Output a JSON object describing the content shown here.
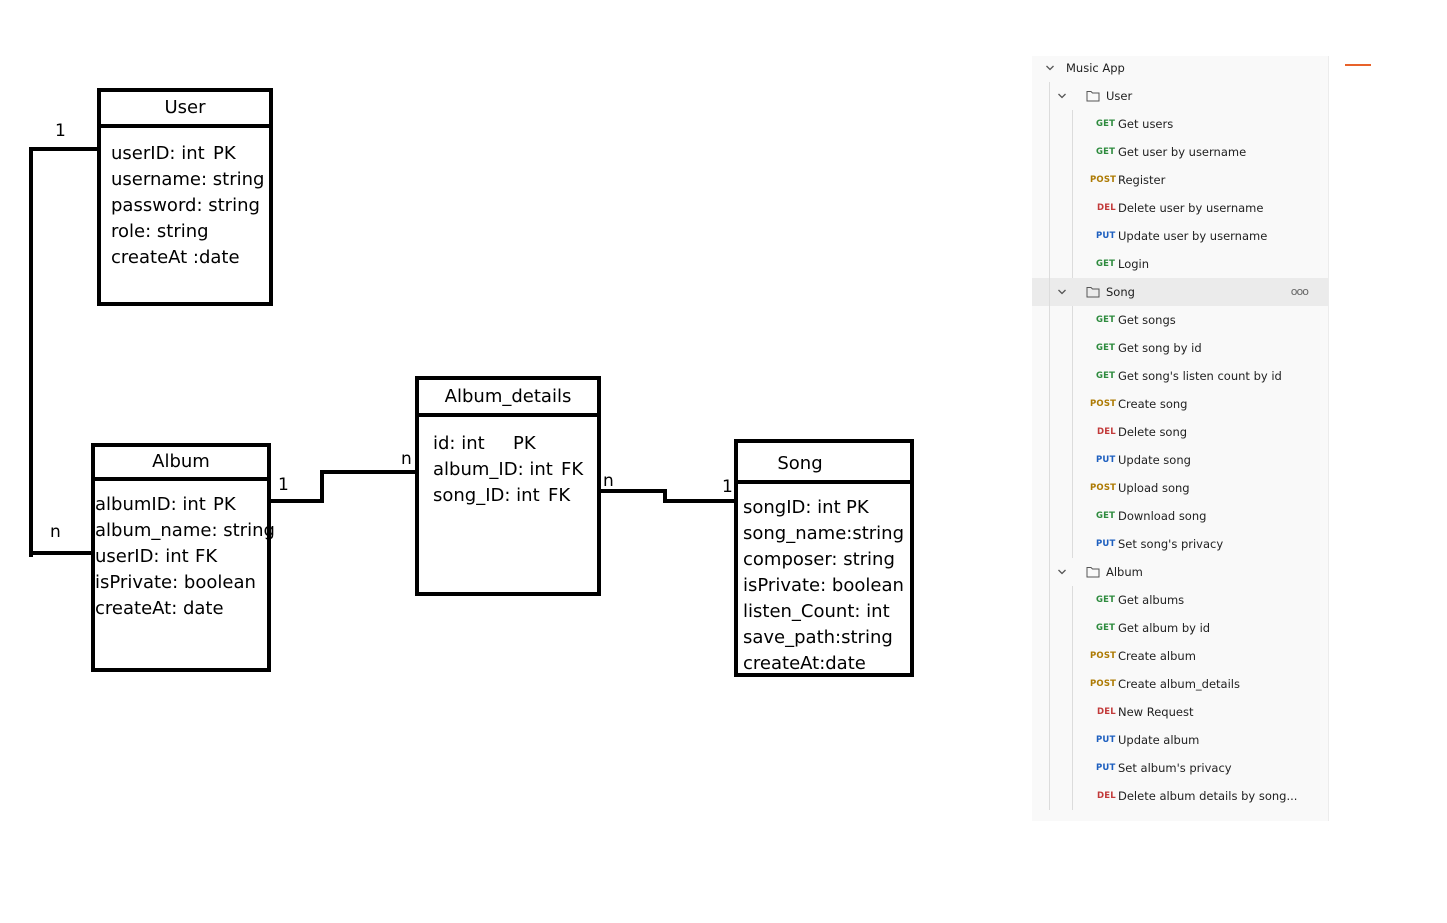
{
  "diagram": {
    "user": {
      "title": "User",
      "attrs": [
        {
          "text": "userID: int",
          "key": "PK"
        },
        {
          "text": "username: string",
          "key": ""
        },
        {
          "text": "password: string",
          "key": ""
        },
        {
          "text": "role: string",
          "key": ""
        },
        {
          "text": "createAt :date",
          "key": ""
        }
      ]
    },
    "album": {
      "title": "Album",
      "attrs": [
        {
          "text": "albumID: int",
          "key": "PK"
        },
        {
          "text": "album_name: string",
          "key": ""
        },
        {
          "text": "userID: int",
          "key": "FK"
        },
        {
          "text": "isPrivate: boolean",
          "key": ""
        },
        {
          "text": "createAt: date",
          "key": ""
        }
      ]
    },
    "album_details": {
      "title": "Album_details",
      "attrs": [
        {
          "text": "id: int",
          "key": "PK"
        },
        {
          "text": "album_ID: int",
          "key": "FK"
        },
        {
          "text": "song_ID: int",
          "key": "FK"
        }
      ]
    },
    "song": {
      "title": "Song",
      "attrs": [
        {
          "text": "songID: int",
          "key": "PK"
        },
        {
          "text": "song_name:string",
          "key": ""
        },
        {
          "text": "composer: string",
          "key": ""
        },
        {
          "text": "isPrivate: boolean",
          "key": ""
        },
        {
          "text": "listen_Count: int",
          "key": ""
        },
        {
          "text": "save_path:string",
          "key": ""
        },
        {
          "text": "createAt:date",
          "key": ""
        }
      ]
    },
    "cardinality": {
      "user_one": "1",
      "album_many": "n",
      "album_one": "1",
      "details_many_left": "n",
      "details_many_right": "n",
      "song_one": "1"
    }
  },
  "sidebar": {
    "collection": "Music App",
    "folders": [
      {
        "name": "User",
        "requests": [
          {
            "method": "GET",
            "name": "Get users"
          },
          {
            "method": "GET",
            "name": "Get user by username"
          },
          {
            "method": "POST",
            "name": "Register"
          },
          {
            "method": "DEL",
            "name": "Delete user by username"
          },
          {
            "method": "PUT",
            "name": "Update user by username"
          },
          {
            "method": "GET",
            "name": "Login"
          }
        ]
      },
      {
        "name": "Song",
        "requests": [
          {
            "method": "GET",
            "name": "Get songs"
          },
          {
            "method": "GET",
            "name": "Get song by id"
          },
          {
            "method": "GET",
            "name": "Get song's listen count by id"
          },
          {
            "method": "POST",
            "name": "Create song"
          },
          {
            "method": "DEL",
            "name": "Delete song"
          },
          {
            "method": "PUT",
            "name": "Update song"
          },
          {
            "method": "POST",
            "name": "Upload song"
          },
          {
            "method": "GET",
            "name": "Download song"
          },
          {
            "method": "PUT",
            "name": "Set song's privacy"
          }
        ]
      },
      {
        "name": "Album",
        "requests": [
          {
            "method": "GET",
            "name": "Get albums"
          },
          {
            "method": "GET",
            "name": "Get album by id"
          },
          {
            "method": "POST",
            "name": "Create album"
          },
          {
            "method": "POST",
            "name": "Create album_details"
          },
          {
            "method": "DEL",
            "name": "New Request"
          },
          {
            "method": "PUT",
            "name": "Update album"
          },
          {
            "method": "PUT",
            "name": "Set album's privacy"
          },
          {
            "method": "DEL",
            "name": "Delete album details by song..."
          }
        ]
      }
    ],
    "more_label": "ooo",
    "method_colors": {
      "GET": "#2e8b3e",
      "POST": "#ad7a03",
      "DEL": "#c23a3a",
      "PUT": "#1d5fbf"
    },
    "accent_color": "#e8622a"
  }
}
